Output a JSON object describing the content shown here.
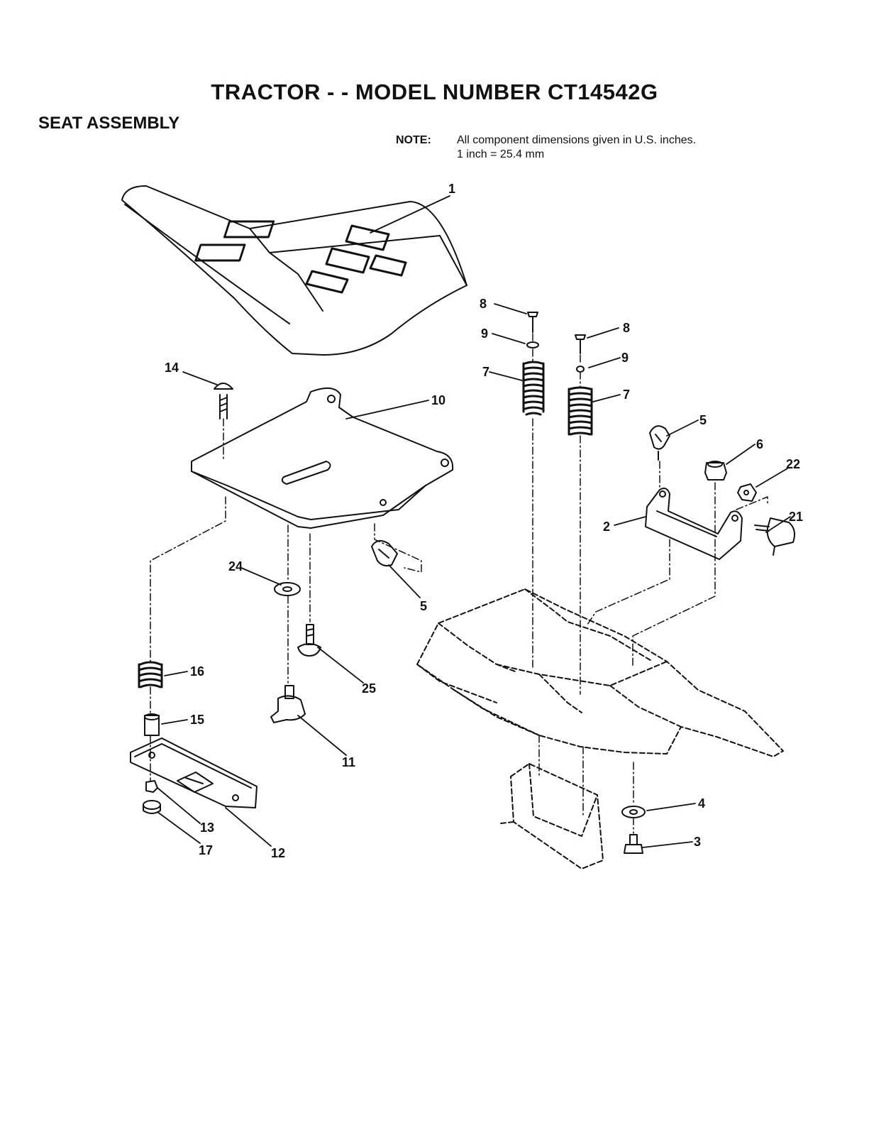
{
  "header": {
    "title": "TRACTOR - - MODEL NUMBER CT14542G",
    "section": "SEAT ASSEMBLY",
    "note_label": "NOTE:",
    "note_line1": "All component dimensions given in U.S. inches.",
    "note_line2": "1 inch = 25.4 mm"
  },
  "callouts": [
    "1",
    "8",
    "9",
    "7",
    "8",
    "9",
    "7",
    "5",
    "6",
    "22",
    "21",
    "2",
    "14",
    "10",
    "24",
    "5",
    "16",
    "25",
    "15",
    "11",
    "13",
    "17",
    "12",
    "4",
    "3"
  ],
  "colors": {
    "ink": "#111111",
    "background": "#ffffff"
  }
}
